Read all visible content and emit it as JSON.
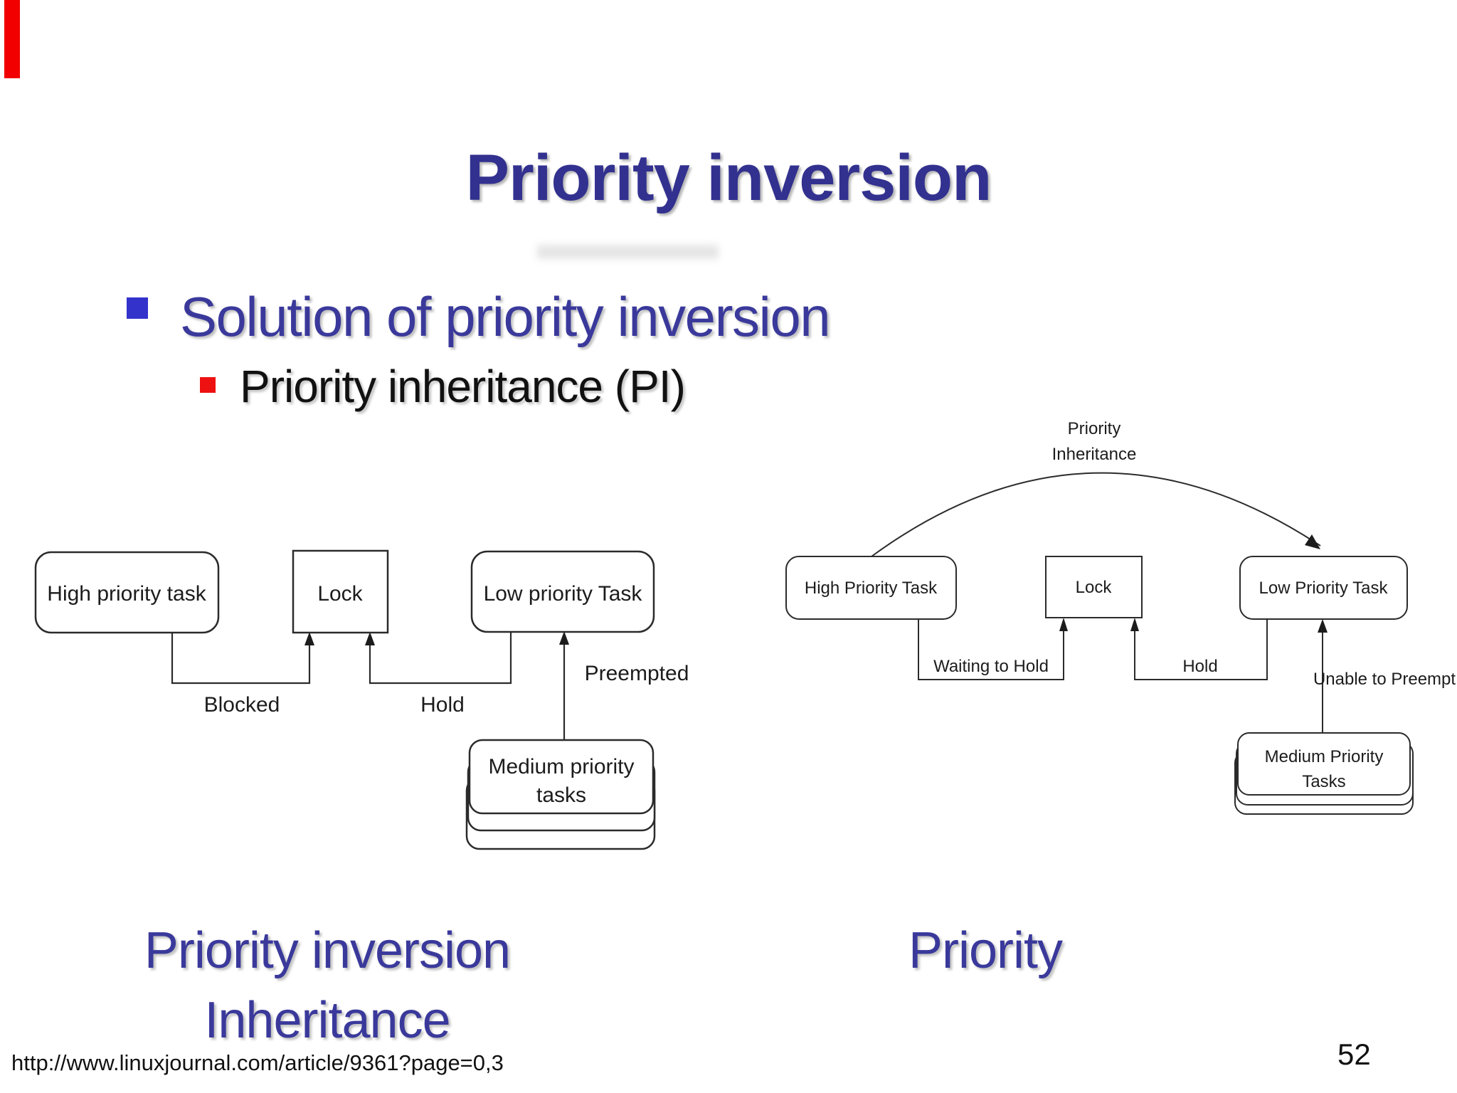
{
  "slide": {
    "title": "Priority inversion",
    "bullets": {
      "main": "Solution of priority inversion",
      "sub": "Priority inheritance (PI)"
    },
    "captions": {
      "left_line1": "Priority inversion",
      "left_line2": "Inheritance",
      "right": "Priority"
    },
    "footer": {
      "url": "http://www.linuxjournal.com/article/9361?page=0,3",
      "page_number": "52"
    }
  },
  "colors": {
    "red_bar": "#F20000",
    "title_blue": "#32318F",
    "text_blue": "#3A399B",
    "bullet_blue": "#3333CC",
    "bullet_red": "#EE1111",
    "diagram_ink": "#2b2b2b"
  },
  "left_diagram": {
    "high_task": "High priority task",
    "lock": "Lock",
    "low_task": "Low priority Task",
    "medium_line1": "Medium priority",
    "medium_line2": "tasks",
    "label_blocked": "Blocked",
    "label_hold": "Hold",
    "label_preempted": "Preempted"
  },
  "right_diagram": {
    "high_task": "High Priority Task",
    "lock": "Lock",
    "low_task": "Low Priority Task",
    "medium_line1": "Medium Priority",
    "medium_line2": "Tasks",
    "label_inheritance_line1": "Priority",
    "label_inheritance_line2": "Inheritance",
    "label_waiting": "Waiting to Hold",
    "label_hold": "Hold",
    "label_unable": "Unable to Preempt"
  }
}
